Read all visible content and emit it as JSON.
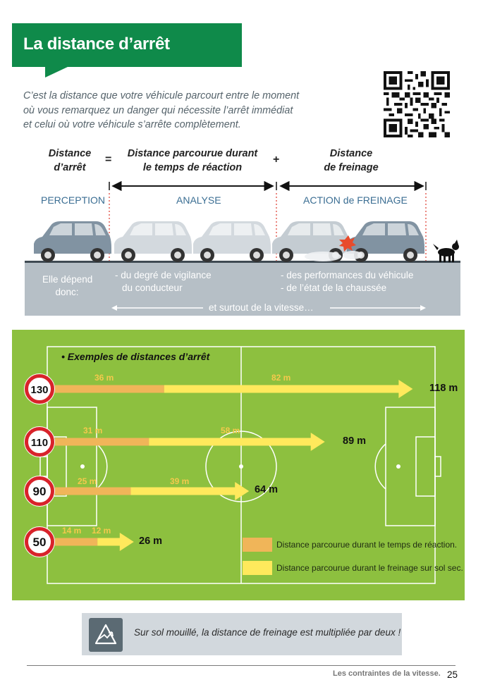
{
  "title": "La distance d’arrêt",
  "intro": [
    "C’est la distance que votre véhicule parcourt entre le moment",
    "où vous remarquez un danger qui nécessite l’arrêt immédiat",
    "et celui où votre véhicule s’arrête complètement."
  ],
  "formula": {
    "left": [
      "Distance",
      "d’arrêt"
    ],
    "equals": "=",
    "middle": [
      "Distance parcourue durant",
      "le temps de réaction"
    ],
    "plus": "+",
    "right": [
      "Distance",
      "de freinage"
    ]
  },
  "phases": {
    "perception": "PERCEPTION",
    "analyse": "ANALYSE",
    "action": "ACTION de FREINAGE"
  },
  "road": {
    "depend": [
      "Elle dépend",
      "donc:"
    ],
    "reaction_factors": [
      "- du degré de vigilance",
      "du conducteur"
    ],
    "braking_factors": [
      "- des performances du véhicule",
      "- de l’état de la chaussée"
    ],
    "speed": "et surtout de la vitesse…"
  },
  "examples": {
    "heading": "• Exemples de distances d’arrêt",
    "rows": [
      {
        "sign": "130",
        "reaction": "36 m",
        "braking": "82 m",
        "total": "118 m"
      },
      {
        "sign": "110",
        "reaction": "31 m",
        "braking": "58 m",
        "total": "89 m"
      },
      {
        "sign": "90",
        "reaction": "25 m",
        "braking": "39 m",
        "total": "64 m"
      },
      {
        "sign": "50",
        "reaction": "14 m",
        "braking": "12 m",
        "total": "26 m"
      }
    ],
    "legend": {
      "reaction": "Distance parcourue durant le temps de réaction.",
      "braking": "Distance parcourue durant le freinage sur sol sec."
    },
    "colors": {
      "reaction": "#f0b559",
      "braking": "#ffe95c",
      "field": "#8dc03f",
      "sign_ring": "#d8232a"
    }
  },
  "note": {
    "icon": "warning-triangle-icon",
    "text": "Sur sol mouillé, la distance de freinage est multipliée par deux !"
  },
  "footer": {
    "text": "Les contraintes de la vitesse.",
    "page": "25"
  }
}
